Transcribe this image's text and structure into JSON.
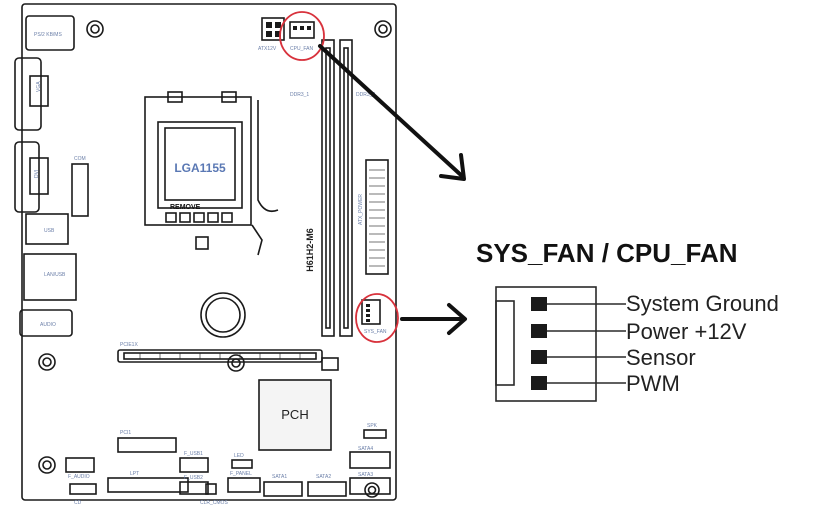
{
  "board": {
    "socket_label": "LGA1155",
    "remove_label": "REMOVE",
    "chipset_label": "PCH",
    "model_label": "H61H2-M6",
    "small_labels": {
      "kbms": "PS/2 KB/MS",
      "atx12v": "ATX12V",
      "cpu_fan": "CPU_FAN",
      "ddr1": "DDR3_1",
      "ddr2": "DDR3_2",
      "vga": "VGA",
      "dvi": "DVI",
      "com": "COM",
      "usb": "USB",
      "lan_usb": "LAN/USB",
      "audio": "AUDIO",
      "sys_fan": "SYS_FAN",
      "atx_power": "ATX_POWER",
      "pcie": "PCIE1X",
      "pci": "PCI1",
      "lpt": "LPT",
      "f_audio": "F_AUDIO",
      "f_usb1": "F_USB1",
      "f_usb2": "F_USB2",
      "f_panel": "F_PANEL",
      "clr_cmos": "CLR_CMOS",
      "led": "LED",
      "spk": "SPK",
      "sata1": "SATA1",
      "sata2": "SATA2",
      "sata3": "SATA3",
      "sata4": "SATA4",
      "cd": "CD"
    }
  },
  "connector": {
    "title": "SYS_FAN / CPU_FAN",
    "pins": [
      {
        "label": "System Ground"
      },
      {
        "label": "Power +12V"
      },
      {
        "label": "Sensor"
      },
      {
        "label": "PWM"
      }
    ]
  },
  "colors": {
    "line": "#1a1a1a",
    "highlight": "#d8323c",
    "small_text": "#6b7fa8",
    "chipset_fill": "#f4f4f4"
  }
}
